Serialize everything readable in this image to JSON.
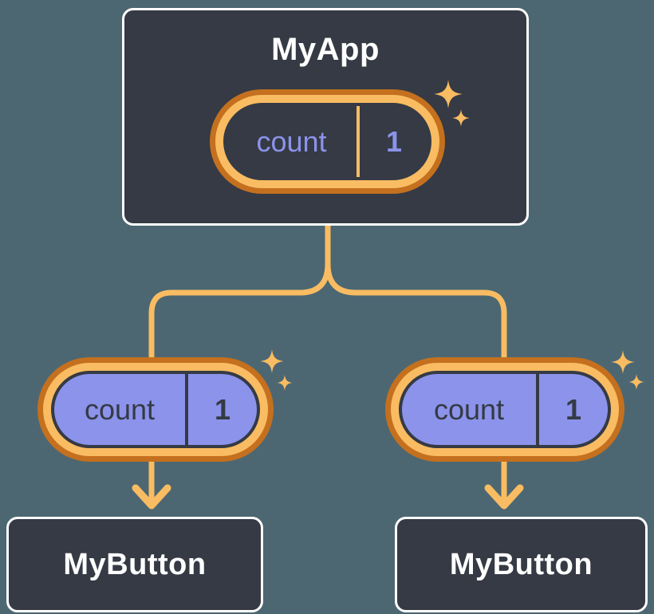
{
  "title": "React state passed down from parent to children diagram",
  "colors": {
    "background": "#4C6772",
    "node-bg": "#353A44",
    "node-border": "#FFFFFF",
    "orange-dark": "#C4701E",
    "orange-light": "#F9BC62",
    "purple": "#8B93EB",
    "text-light": "#FFFFFF"
  },
  "icons": {
    "sparkles_icon": "✦"
  },
  "nodes": {
    "myapp": {
      "label": "MyApp",
      "state": {
        "name": "count",
        "value": "1"
      }
    },
    "button_left": {
      "label": "MyButton",
      "state": {
        "name": "count",
        "value": "1"
      }
    },
    "button_right": {
      "label": "MyButton",
      "state": {
        "name": "count",
        "value": "1"
      }
    }
  }
}
